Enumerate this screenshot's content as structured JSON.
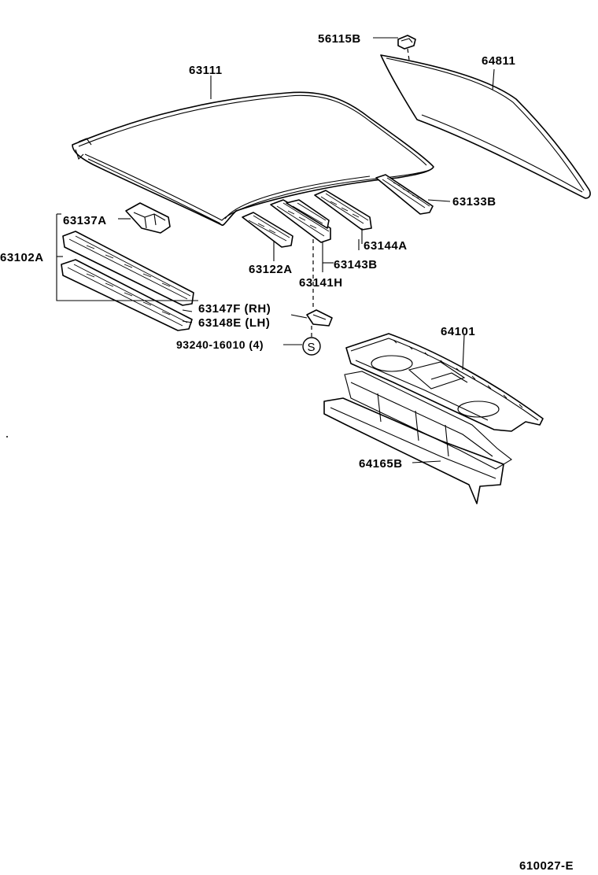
{
  "diagram": {
    "labels": {
      "p56115B": "56115B",
      "p64811": "64811",
      "p63111": "63111",
      "p63133B": "63133B",
      "p63137A": "63137A",
      "p63102A": "63102A",
      "p63144A": "63144A",
      "p63122A": "63122A",
      "p63143B": "63143B",
      "p63141H": "63141H",
      "p63147F": "63147F (RH)",
      "p63148E": "63148E (LH)",
      "p93240": "93240-16010 (4)",
      "screw_symbol": "S",
      "p64101": "64101",
      "p64165B": "64165B",
      "figure_code": "610027-E"
    },
    "icons": [
      "roof-panel",
      "back-window-glass",
      "clip",
      "roof-bows",
      "roof-headers",
      "package-tray-panel",
      "rear-panel-reinforcement",
      "screw-symbol"
    ]
  }
}
